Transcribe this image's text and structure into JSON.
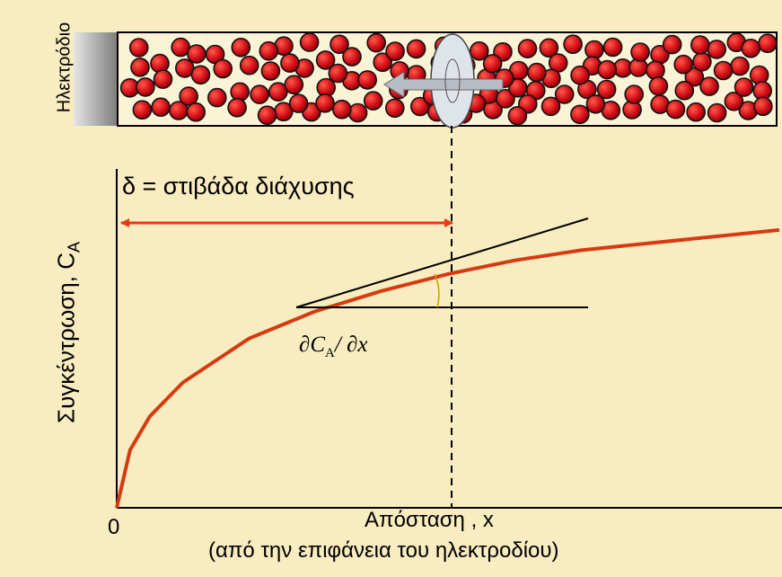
{
  "colors": {
    "background": "#f8ecc0",
    "particle": "#d4101a",
    "curve": "#d63a10",
    "delta_arrow": "#e8381a",
    "electrode": "#8a8a8a",
    "eddy": "#dfe3ea"
  },
  "labels": {
    "electrode": "Ηλεκτρόδιο",
    "y_axis": "Συγκέντρωση, C",
    "y_axis_sub": "A",
    "delta": "δ = στιβάδα διάχυσης",
    "origin": "0",
    "x_axis": "Απόσταση , x",
    "x_axis_sub": "(από την επιφάνεια του ηλεκτροδίου)",
    "gradient_prefix": "∂C",
    "gradient_sub": "A",
    "gradient_suffix": "/ ∂x"
  },
  "chart_data": {
    "type": "line",
    "title": "",
    "xlabel": "Απόσταση , x",
    "ylabel": "Συγκέντρωση, C_A",
    "x_ticks": [
      "0"
    ],
    "series": [
      {
        "x": [
          0,
          0.02,
          0.05,
          0.1,
          0.2,
          0.3,
          0.4,
          0.5,
          0.6,
          0.7,
          0.8,
          0.9,
          1.0
        ],
        "y": [
          0,
          0.17,
          0.27,
          0.37,
          0.5,
          0.58,
          0.64,
          0.69,
          0.73,
          0.76,
          0.78,
          0.8,
          0.82
        ]
      }
    ],
    "annotations": [
      "δ = στιβάδα διάχυσης",
      "∂C_A/∂x"
    ]
  }
}
